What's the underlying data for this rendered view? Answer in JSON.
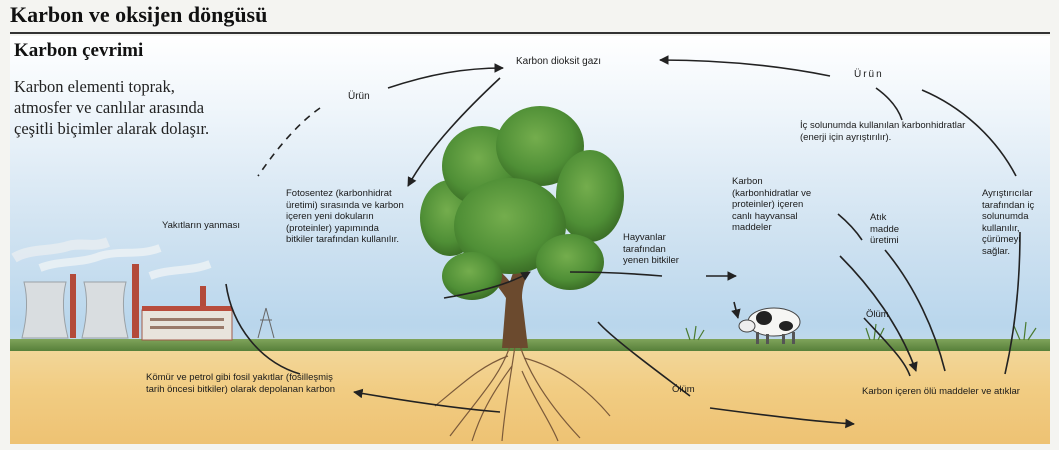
{
  "header": {
    "title": "Karbon ve oksijen döngüsü",
    "subtitle": "Karbon çevrimi"
  },
  "intro": "Karbon elementi toprak, atmosfer ve canlılar arasında çeşitli biçimler alarak dolaşır.",
  "labels": {
    "co2": "Karbon dioksit gazı",
    "product_left": "Ürün",
    "product_right": "Ürün",
    "respiration": "İç solunumda kullanılan karbonhidratlar (enerji için ayrıştırılır).",
    "fuel_burning": "Yakıtların yanması",
    "photosynthesis": "Fotosentez (karbonhidrat üretimi) sırasında ve karbon içeren yeni dokuların (proteinler) yapımında bitkiler tarafından kullanılır.",
    "eaten_plants": "Hayvanlar tarafından yenen bitkiler",
    "animal_matter": "Karbon (karbonhidratlar ve proteinler) içeren canlı hayvansal maddeler",
    "waste": "Atık madde üretimi",
    "decomposers": "Ayrıştırıcılar tarafından iç solunumda kullanılır, çürümeyi sağlar.",
    "death_right": "Ölüm",
    "death_bottom": "Ölüm",
    "fossil": "Kömür ve petrol gibi fosil yakıtlar (fosilleşmiş tarih öncesi bitkiler) olarak depolanan karbon",
    "dead_matter": "Karbon içeren ölü maddeler ve atıklar"
  },
  "colors": {
    "sky": "#b9d6ec",
    "soil": "#f1cc82",
    "grass": "#57803a",
    "foliage": "#4f8f36",
    "trunk": "#6b4a2e",
    "arrow": "#222222"
  }
}
